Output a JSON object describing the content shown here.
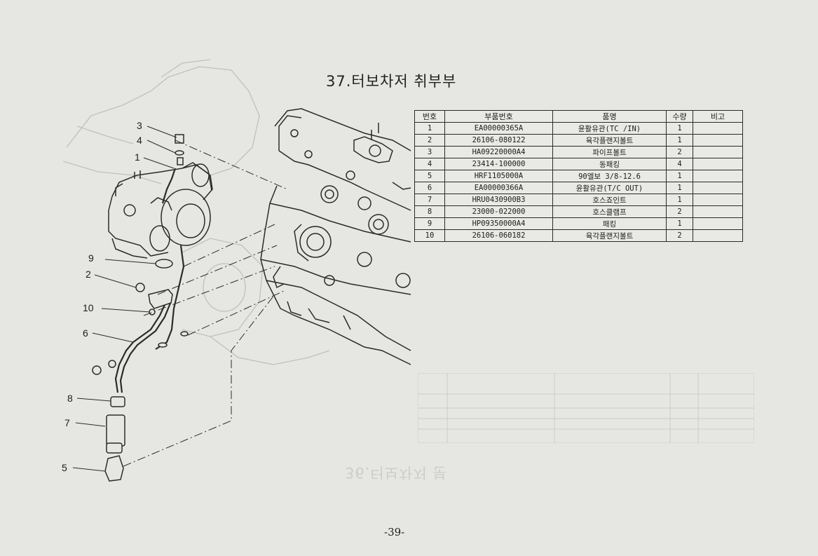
{
  "title": "37.터보차저 취부부",
  "page_number": "-39-",
  "ghost_title": "36.터보차저 분",
  "table": {
    "headers": [
      "번호",
      "부품번호",
      "품명",
      "수량",
      "비고"
    ],
    "rows": [
      {
        "no": "1",
        "part": "EA00000365A",
        "name": "윤활유관(TC /IN)",
        "qty": "1",
        "note": ""
      },
      {
        "no": "2",
        "part": "26106-080122",
        "name": "육각플랜지볼트",
        "qty": "1",
        "note": ""
      },
      {
        "no": "3",
        "part": "HA09220000A4",
        "name": "파이프볼트",
        "qty": "2",
        "note": ""
      },
      {
        "no": "4",
        "part": "23414-100000",
        "name": "동패킹",
        "qty": "4",
        "note": ""
      },
      {
        "no": "5",
        "part": "HRF1105000A",
        "name": "90엘보 3/8-12.6",
        "qty": "1",
        "note": ""
      },
      {
        "no": "6",
        "part": "EA00000366A",
        "name": "윤활유관(T/C OUT)",
        "qty": "1",
        "note": ""
      },
      {
        "no": "7",
        "part": "HRU0430900B3",
        "name": "호스죠인트",
        "qty": "1",
        "note": ""
      },
      {
        "no": "8",
        "part": "23000-022000",
        "name": "호스클램프",
        "qty": "2",
        "note": ""
      },
      {
        "no": "9",
        "part": "HP09350000A4",
        "name": "패킹",
        "qty": "1",
        "note": ""
      },
      {
        "no": "10",
        "part": "26106-060182",
        "name": "육각플랜지볼트",
        "qty": "2",
        "note": ""
      }
    ]
  },
  "callouts": [
    {
      "id": "3",
      "label": "3"
    },
    {
      "id": "4",
      "label": "4"
    },
    {
      "id": "1",
      "label": "1"
    },
    {
      "id": "9",
      "label": "9"
    },
    {
      "id": "2",
      "label": "2"
    },
    {
      "id": "10",
      "label": "10"
    },
    {
      "id": "6",
      "label": "6"
    },
    {
      "id": "8",
      "label": "8"
    },
    {
      "id": "7",
      "label": "7"
    },
    {
      "id": "5",
      "label": "5"
    }
  ],
  "colors": {
    "paper": "#e6e7e2",
    "ink": "#1c1c1c"
  }
}
